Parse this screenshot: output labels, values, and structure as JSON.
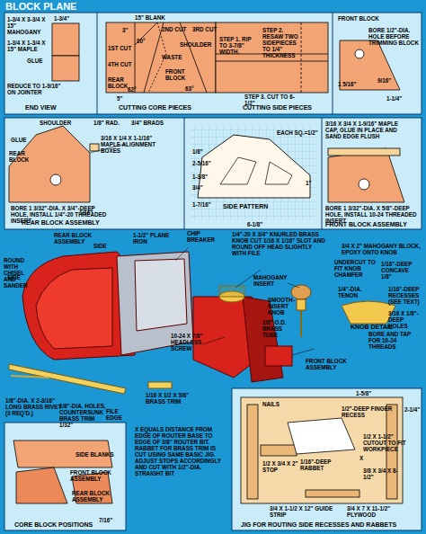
{
  "diagram": {
    "title": "BLOCK PLANE",
    "labels": [
      "1-3/4 X 3-3/4 X 15\" MAHOGANY",
      "1-3/4\"",
      "1-3/4 X 1-3/4 X 15\" MAPLE",
      "GLUE",
      "REDUCE TO 1-9/16\" ON JOINTER",
      "END VIEW",
      "15\" BLANK",
      "3\"",
      "90°",
      "1ST CUT",
      "2ND CUT",
      "3RD CUT",
      "SHOULDER",
      "WASTE",
      "FRONT BLOCK",
      "4TH CUT",
      "REAR BLOCK",
      "62°",
      "63°",
      "5\"",
      "CUTTING CORE PIECES",
      "STEP 1. RIP TO 3-7/8\" WIDTH.",
      "STEP 2. RESAW TWO SIDEPIECES TO 1/4\" THICKNESS",
      "STEP 3. CUT TO 6-1/2\"",
      "CUTTING SIDE PIECES",
      "FRONT BLOCK",
      "BORE 1/2\"-DIA. HOLE BEFORE TRIMMING BLOCK",
      "1 5/16\"",
      "9/16\"",
      "1-1/4\"",
      "SHOULDER",
      "GLUE",
      "REAR BLOCK",
      "1/8\" RAD.",
      "3/4\" BRADS",
      "3/16 X 1/4 X 1-1/16\" MAPLE ALIGNMENT BOXES",
      "BORE 1 3/32\"-DIA. X 3/4\"-DEEP HOLE, INSTALL 1/4\"-20 THREADED INSERT",
      "REAR BLOCK ASSEMBLY",
      "1/16\"",
      "1/8\"",
      "2-5/16\"",
      "1-3/8\"",
      "3/4\"",
      "1-7/16\"",
      "SIDE PATTERN",
      "6-1/8\"",
      "EACH SQ.=1/2\"",
      "1\"",
      "3/16 X 3/4 X 1-9/16\" MAPLE CAP, GLUE IN PLACE AND SAND EDGE FLUSH",
      "BORE 1 3/32\"-DIA. X 5/8\"-DEEP HOLE, INSTALL 10-24 THREADED INSERT",
      "FRONT BLOCK ASSEMBLY",
      "REAR BLOCK ASSEMBLY",
      "SIDE",
      "1-1/2\" PLANE IRON",
      "CHIP BREAKER",
      "ROUND WITH CHISEL AND SANDER",
      "1/4\"-20 X 3/4\" KNURLED BRASS KNOB CUT 1/16 X 1/16\" SLOT AND ROUND OFF HEAD SLIGHTLY WITH FILE",
      "3/4 X 2\" MAHOGANY BLOCK, EPOXY ONTO KNOB",
      "MAHOGANY INSERT",
      "UNDERCUT TO FIT KNOB CHAMFER",
      "1/16\"-DEEP CONCAVE",
      "1/8\"",
      "1/4\"-DIA. TENON",
      "1/16\"-DEEP RECESSES (SEE TEXT)",
      "SMOOTH-INSERT KNOB",
      "3/16 X 1/8\"-DEEP HOLES",
      "KNOB DETAIL",
      "BORE AND TAP FOR 10-24 THREADS",
      "1/8\" O.D. BRASS TUBE",
      "10-24 X 7/8\" HEADLESS SCREW",
      "FRONT BLOCK ASSEMBLY",
      "SIDE",
      "1/8\"-DIA. X 2-3/16\" LONG BRASS RIVET (3 REQ'D.)",
      "1/8\"-DIA. HOLES, COUNTERSUNK",
      "BRASS TRIM 1/32\"",
      "FILE EDGE",
      "1/16 X 1/2 X 5/8\" BRASS TRIM",
      "X EQUALS DISTANCE FROM EDGE OF ROUTER BASE TO EDGE OF 3/8\" ROUTER BIT. RABBET FOR BRASS TRIM IS CUT USING SAME BASIC JIG. ADJUST STOPS ACCORDINGLY AND CUT WITH 1/2\"-DIA. STRAIGHT BIT",
      "SIDE BLANKS",
      "FRONT BLOCK ASSEMBLY",
      "REAR BLOCK ASSEMBLY",
      "7/16\"",
      "CORE BLOCK POSITIONS",
      "1-5/8\"",
      "NAILS",
      "1/2\"-DEEP FINGER RECESS",
      "2-1/4\"",
      "1/16\"-DEEP RABBET",
      "1/2 X 1-1/2\" CUTOUT TO FIT WORKPIECE",
      "X",
      "1/2 X 3/4 X 2\" STOP",
      "3/8 X 3/4 X 8-1/2\"",
      "3/4 X 1-1/2 X 12\" GUIDE STRIP",
      "3/4 X 7 X 11-1/2\" PLYWOOD",
      "JIG FOR ROUTING SIDE RECESSES AND RABBETS"
    ]
  }
}
